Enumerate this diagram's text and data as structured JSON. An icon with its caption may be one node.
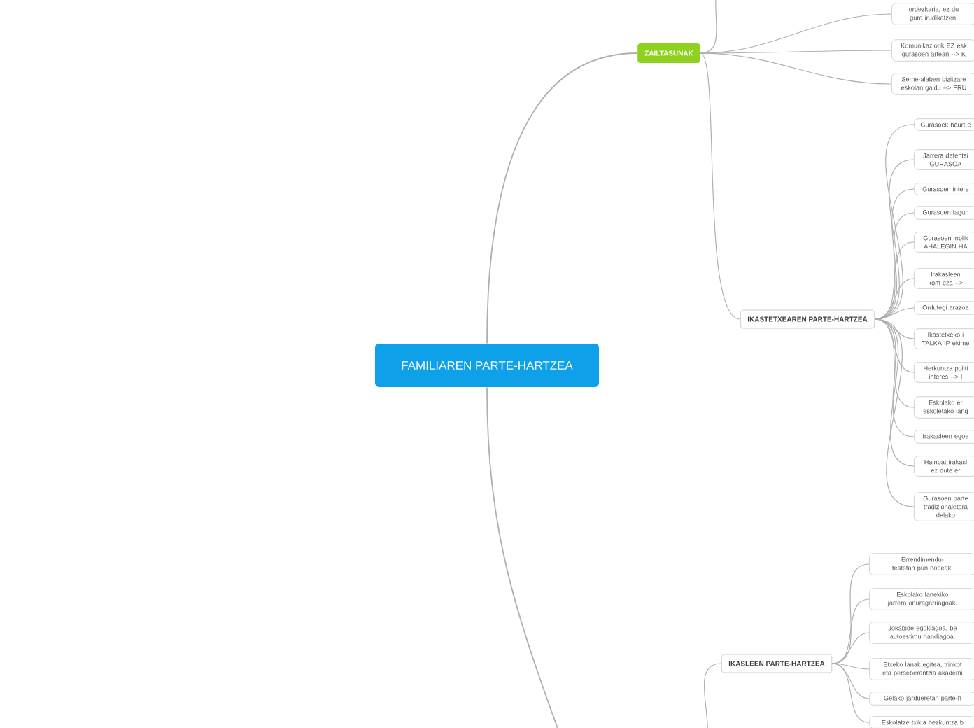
{
  "diagram": {
    "nodes": [
      {
        "text": [
          "FAMILIAREN PARTE-HARTZEA"
        ]
      },
      {
        "text": [
          "ZAILTASUNAK"
        ]
      },
      {
        "text": [
          "ordezkaria, ez du gura irudikatzen."
        ]
      },
      {
        "text": [
          "Komunikaziorik EZ esk gurasoen artean --> K"
        ]
      },
      {
        "text": [
          "Seme-alaben bizitzare eskolan galdu --> FRU"
        ]
      },
      {
        "text": [
          "IKASTETXEAREN PARTE-HARTZEA"
        ]
      },
      {
        "text": [
          "Gurasoek haurt e"
        ]
      },
      {
        "text": [
          "Jarrera defentsi GURASOA"
        ]
      },
      {
        "text": [
          "Gurasoen intere"
        ]
      },
      {
        "text": [
          "Gurasoen lagun"
        ]
      },
      {
        "text": [
          "Gurasoen inplik AHALEGIN HA"
        ]
      },
      {
        "text": [
          "Irakasleen kom eza -->"
        ]
      },
      {
        "text": [
          "Ordutegi arazoa"
        ]
      },
      {
        "text": [
          "Ikastetxeko i TALKA IP ekime"
        ]
      },
      {
        "text": [
          "Herkuntza politi interes --> I"
        ]
      },
      {
        "text": [
          "Eskolako er eskoletako lang"
        ]
      },
      {
        "text": [
          "Irakasleen egoe"
        ]
      },
      {
        "text": [
          "Hainbat irakasl ez dute er"
        ]
      },
      {
        "text": [
          "Gurasoen parte tradizionaletara delako"
        ]
      },
      {
        "text": [
          "IKASLEEN PARTE-HARTZEA"
        ]
      },
      {
        "text": [
          "Errendimendu-testetan pun hobeak."
        ]
      },
      {
        "text": [
          "Eskolako lanekiko jarrera onuragarriagoak."
        ]
      },
      {
        "text": [
          "Jokabide egokiagoa, be autoestimu handiagoa."
        ]
      },
      {
        "text": [
          "Etxeko lanak egitea, trinkot eta perseberantzia akademi"
        ]
      },
      {
        "text": [
          "Gelako jardueretan parte-h"
        ]
      },
      {
        "text": [
          "Eskolatze txikia hezkuntza b"
        ]
      }
    ],
    "edges": [
      {
        "from": 0,
        "to": 1,
        "arrow": "none"
      },
      {
        "from": 1,
        "to": 2,
        "arrow": "none"
      },
      {
        "from": 1,
        "to": 3,
        "arrow": "none"
      },
      {
        "from": 1,
        "to": 4,
        "arrow": "none"
      },
      {
        "from": 1,
        "to": 5,
        "arrow": "none"
      },
      {
        "from": 5,
        "to": 6,
        "arrow": "none"
      },
      {
        "from": 5,
        "to": 7,
        "arrow": "none"
      },
      {
        "from": 5,
        "to": 8,
        "arrow": "none"
      },
      {
        "from": 5,
        "to": 9,
        "arrow": "none"
      },
      {
        "from": 5,
        "to": 10,
        "arrow": "none"
      },
      {
        "from": 5,
        "to": 11,
        "arrow": "none"
      },
      {
        "from": 5,
        "to": 12,
        "arrow": "none"
      },
      {
        "from": 5,
        "to": 13,
        "arrow": "none"
      },
      {
        "from": 5,
        "to": 14,
        "arrow": "none"
      },
      {
        "from": 5,
        "to": 15,
        "arrow": "none"
      },
      {
        "from": 5,
        "to": 16,
        "arrow": "none"
      },
      {
        "from": 5,
        "to": 17,
        "arrow": "none"
      },
      {
        "from": 5,
        "to": 18,
        "arrow": "none"
      },
      {
        "from": null,
        "to": 19,
        "arrow": "none"
      },
      {
        "from": 19,
        "to": 20,
        "arrow": "none"
      },
      {
        "from": 19,
        "to": 21,
        "arrow": "none"
      },
      {
        "from": 19,
        "to": 22,
        "arrow": "none"
      },
      {
        "from": 19,
        "to": 23,
        "arrow": "none"
      },
      {
        "from": 19,
        "to": 24,
        "arrow": "none"
      },
      {
        "from": 19,
        "to": 25,
        "arrow": "none"
      },
      {
        "from": 0,
        "to": null,
        "arrow": "none"
      },
      {
        "from": 1,
        "to": null,
        "arrow": "none"
      }
    ]
  }
}
